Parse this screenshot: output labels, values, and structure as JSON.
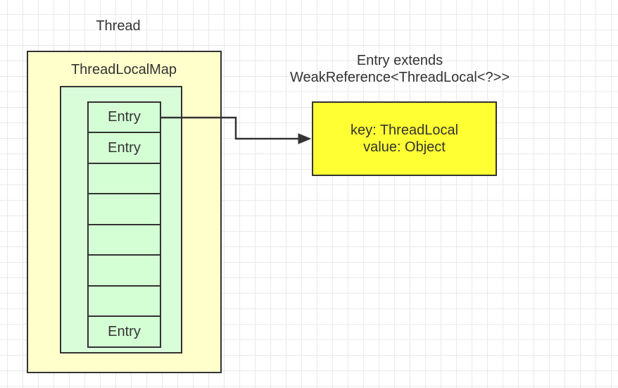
{
  "thread": {
    "title": "Thread"
  },
  "map": {
    "title": "ThreadLocalMap",
    "slots": [
      "Entry",
      "Entry",
      "",
      "",
      "",
      "",
      "",
      "Entry"
    ]
  },
  "entry_class": {
    "line1": "Entry extends",
    "line2": "WeakReference<ThreadLocal<?>>"
  },
  "entry_detail": {
    "key_line": "key:  ThreadLocal",
    "value_line": "value:  Object"
  },
  "colors": {
    "thread_fill": "#ffffcc",
    "map_fill": "#d9fcd9",
    "slot_fill": "#d4ffd4",
    "detail_fill": "#ffff33",
    "stroke": "#333333"
  }
}
